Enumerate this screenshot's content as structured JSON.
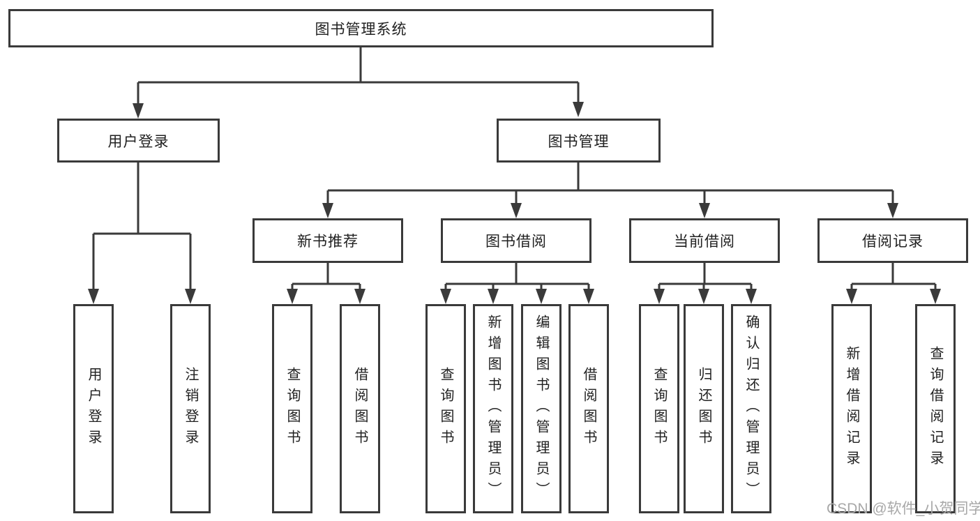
{
  "diagram": {
    "root": {
      "label": "图书管理系统"
    },
    "level2": [
      {
        "label": "用户登录"
      },
      {
        "label": "图书管理"
      }
    ],
    "level3": [
      {
        "label": "新书推荐"
      },
      {
        "label": "图书借阅"
      },
      {
        "label": "当前借阅"
      },
      {
        "label": "借阅记录"
      }
    ],
    "leaves": {
      "user_login": [
        "用户登录",
        "注销登录"
      ],
      "new_book": [
        "查询图书",
        "借阅图书"
      ],
      "book_borrow": [
        "查询图书",
        "新增图书（管理员）",
        "编辑图书（管理员）",
        "借阅图书"
      ],
      "current_borrow": [
        "查询图书",
        "归还图书",
        "确认归还（管理员）"
      ],
      "borrow_record": [
        "新增借阅记录",
        "查询借阅记录"
      ]
    }
  },
  "watermark": "CSDN @软件_小贺同学",
  "colors": {
    "line": "#3a3a3a",
    "text": "#212121",
    "watermark": "#a8a8a8"
  }
}
